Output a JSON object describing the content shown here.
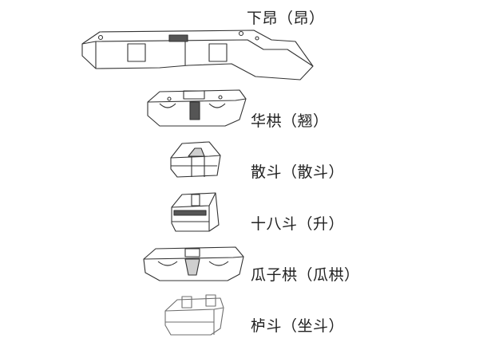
{
  "components": [
    {
      "label": "下昂（昂）"
    },
    {
      "label": "华栱（翘）"
    },
    {
      "label": "散斗（散斗）"
    },
    {
      "label": "十八斗（升）"
    },
    {
      "label": "瓜子栱（瓜栱）"
    },
    {
      "label": "栌斗（坐斗）"
    }
  ]
}
